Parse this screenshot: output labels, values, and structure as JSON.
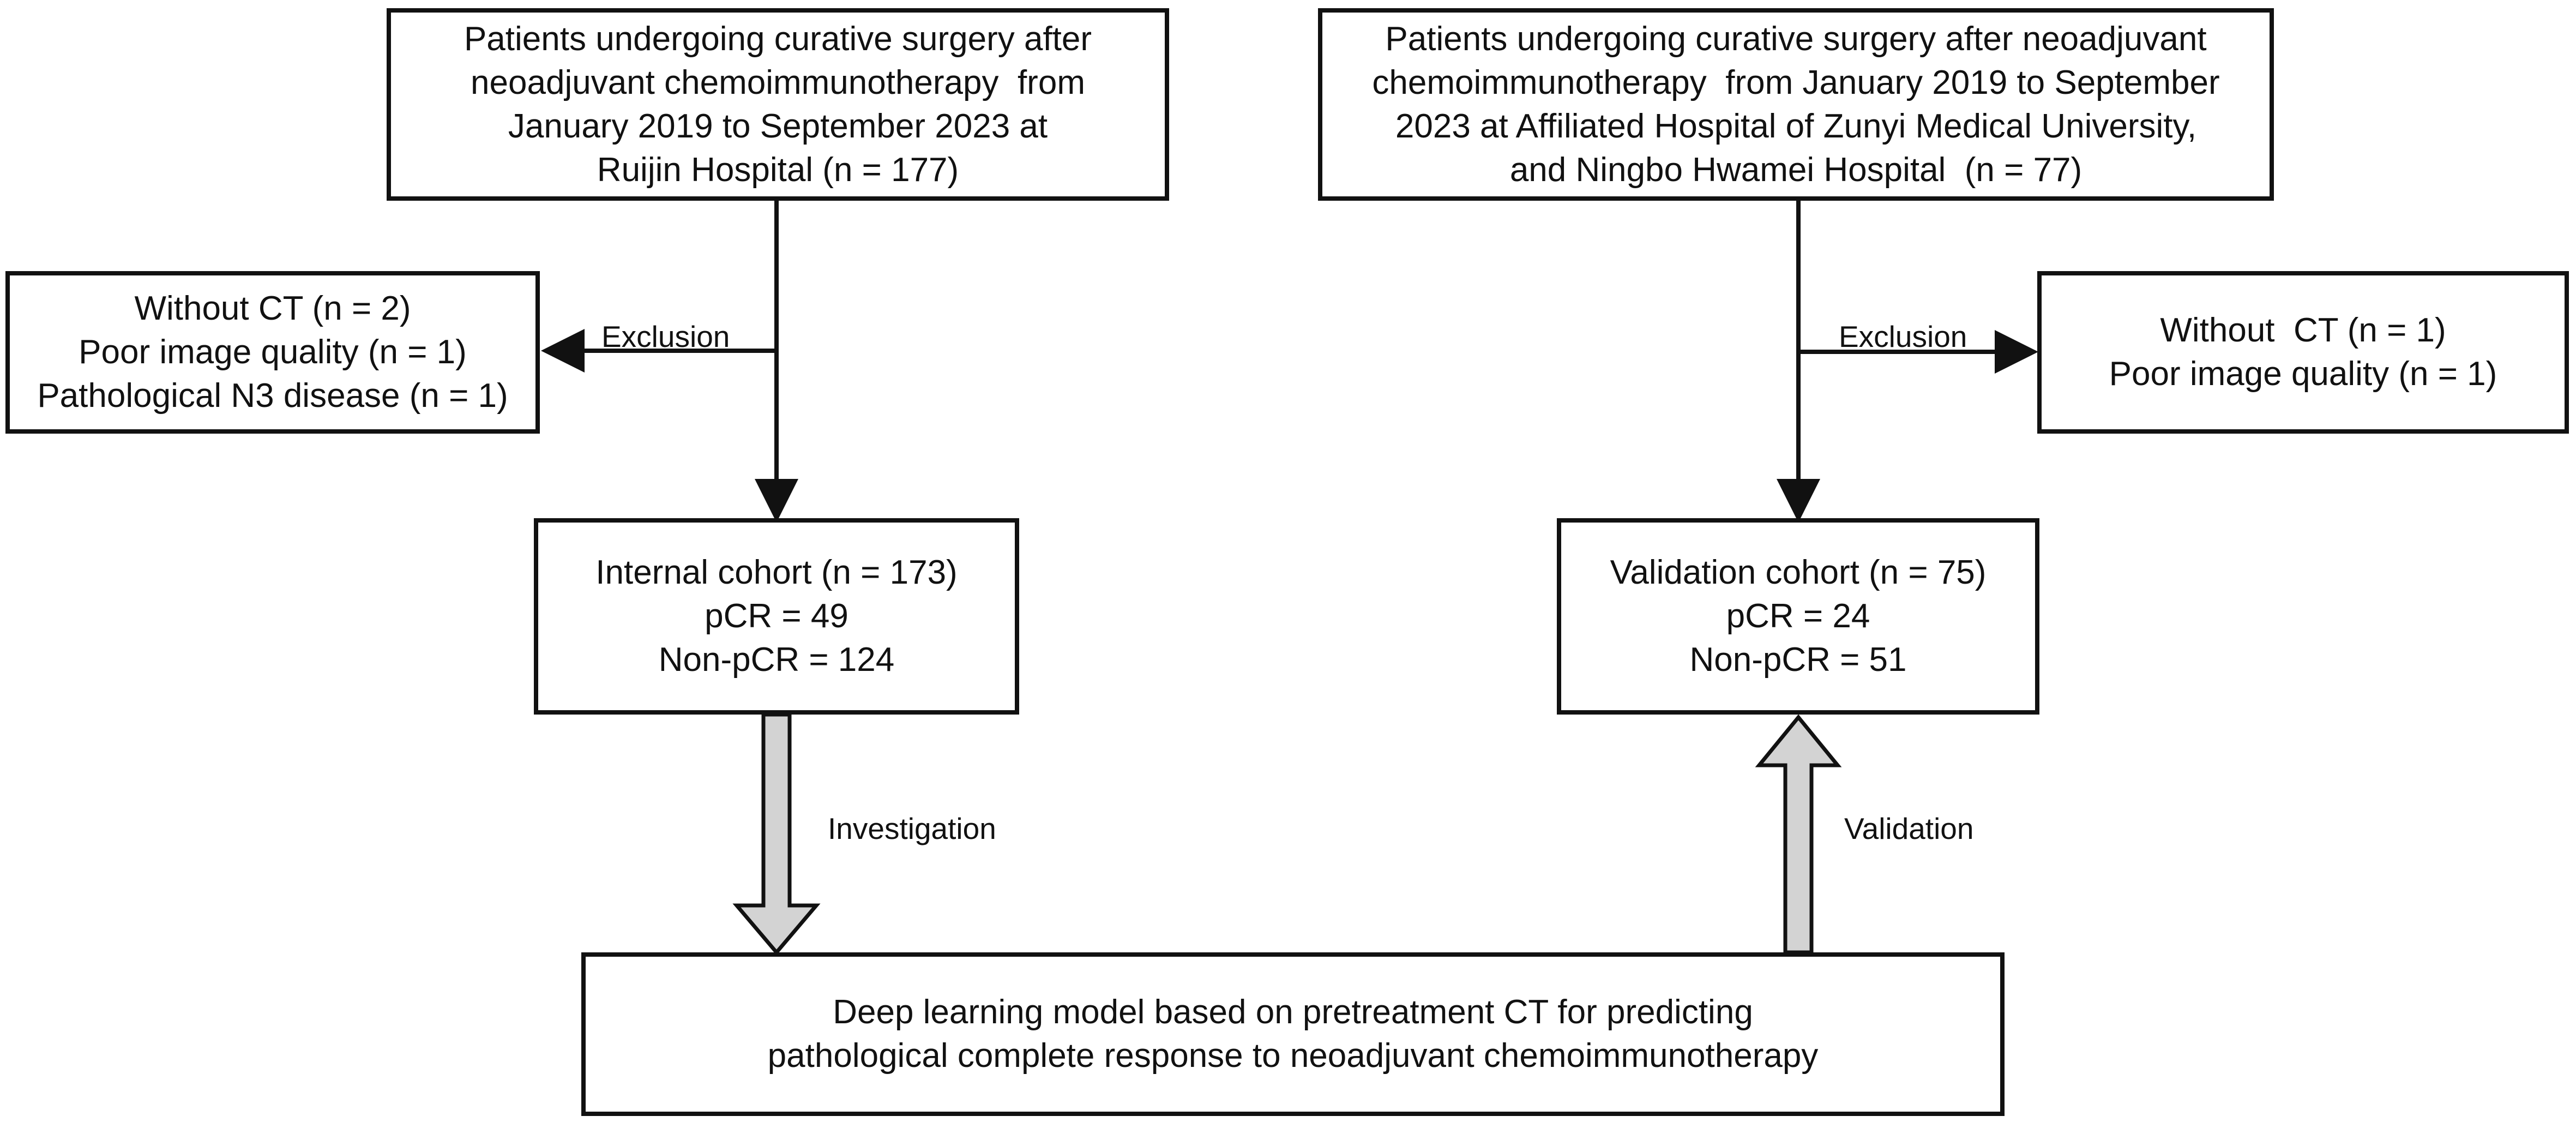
{
  "boxes": {
    "left_source": {
      "lines": [
        "Patients undergoing curative surgery after",
        "neoadjuvant chemoimmunotherapy  from",
        "January 2019 to September 2023 at",
        "Ruijin Hospital (n = 177)"
      ]
    },
    "right_source": {
      "lines": [
        "Patients undergoing curative surgery after neoadjuvant",
        "chemoimmunotherapy  from January 2019 to September",
        "2023 at Affiliated Hospital of Zunyi Medical University,",
        "and Ningbo Hwamei Hospital  (n = 77)"
      ]
    },
    "left_exclusion": {
      "lines": [
        "Without CT (n = 2)",
        "Poor image quality (n = 1)",
        "Pathological N3 disease (n = 1)"
      ]
    },
    "right_exclusion": {
      "lines": [
        "Without  CT (n = 1)",
        "Poor image quality (n = 1)"
      ]
    },
    "internal_cohort": {
      "lines": [
        "Internal cohort (n = 173)",
        "pCR = 49",
        "Non-pCR = 124"
      ]
    },
    "validation_cohort": {
      "lines": [
        "Validation cohort (n = 75)",
        "pCR = 24",
        "Non-pCR = 51"
      ]
    },
    "model": {
      "lines": [
        "Deep learning model based on pretreatment CT for predicting",
        "pathological complete response to neoadjuvant chemoimmunotherapy"
      ]
    }
  },
  "labels": {
    "left_exclusion": "Exclusion",
    "right_exclusion": "Exclusion",
    "investigation": "Investigation",
    "validation": "Validation"
  },
  "colors": {
    "stroke": "#111111",
    "block_arrow_fill": "#d3d3d3"
  }
}
